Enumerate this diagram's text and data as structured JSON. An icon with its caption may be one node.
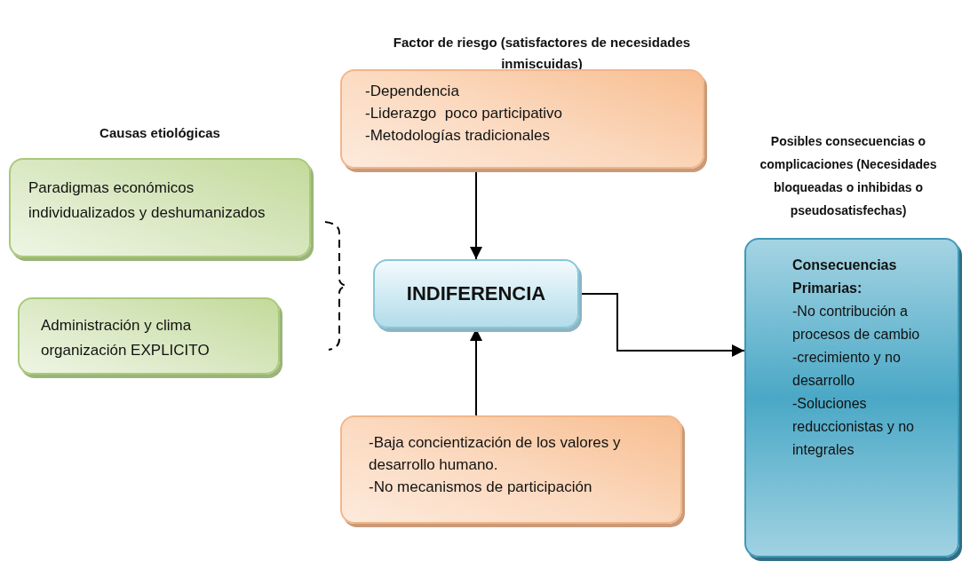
{
  "diagram": {
    "nodes": [
      {
        "text": [
          "Paradigmas económicos individualizados y deshumanizados"
        ]
      },
      {
        "text": [
          "Administración y clima organización EXPLICITO"
        ]
      },
      {
        "text": [
          "Factor de riesgo (satisfactores de necesidades inmiscuidas)",
          "-Dependencia",
          "-Liderazgo  poco participativo",
          "-Metodologías tradicionales"
        ]
      },
      {
        "text": [
          "INDIFERENCIA"
        ]
      },
      {
        "text": [
          "-Baja concientización de los valores y desarrollo humano.",
          "-No mecanismos de participación"
        ]
      },
      {
        "text": [
          "Posibles consecuencias  o complicaciones (Necesidades bloqueadas o inhibidas o pseudosatisfechas)",
          "Consecuencias Primarias:",
          "-No contribución a procesos de cambio",
          "-crecimiento y no desarrollo",
          "-Soluciones reduccionistas y no integrales"
        ]
      }
    ],
    "edges": [
      {
        "from": 2,
        "to": 3,
        "arrow": "to"
      },
      {
        "from": 4,
        "to": 3,
        "arrow": "to"
      },
      {
        "from": 3,
        "to": 5,
        "arrow": "to"
      }
    ],
    "labels": [
      "Causas etiológicas"
    ]
  }
}
